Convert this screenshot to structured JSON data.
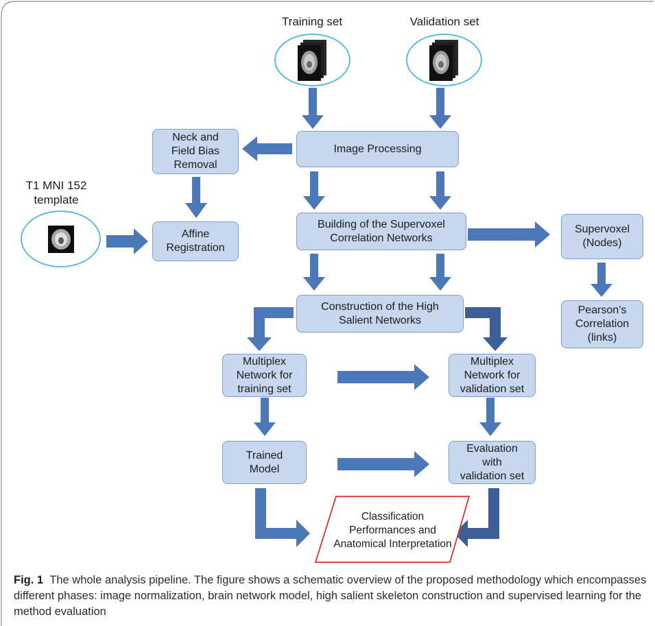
{
  "inputs": {
    "training_label": "Training set",
    "validation_label": "Validation set",
    "template_label": "T1 MNI 152\ntemplate"
  },
  "boxes": {
    "image_processing": "Image Processing",
    "neck_field_bias": "Neck and\nField Bias\nRemoval",
    "affine_registration": "Affine\nRegistration",
    "supervoxel_networks": "Building of the Supervoxel\nCorrelation Networks",
    "supervoxel_nodes": "Supervoxel\n(Nodes)",
    "pearson_links": "Pearson’s\nCorrelation\n(links)",
    "high_salient": "Construction of the High\nSalient Networks",
    "multiplex_training": "Multiplex\nNetwork for\ntraining set",
    "multiplex_validation": "Multiplex\nNetwork for\nvalidation set",
    "trained_model": "Trained\nModel",
    "evaluation": "Evaluation\nwith\nvalidation set",
    "classification": "Classification\nPerformances and\nAnatomical Interpretation"
  },
  "caption": {
    "label": "Fig. 1",
    "text": "The whole analysis pipeline. The figure shows a schematic overview of the proposed methodology which encompasses different phases: image normalization, brain network model, high salient skeleton construction and supervised learning for the method evaluation"
  },
  "colors": {
    "box_fill": "#c6d7ee",
    "box_border": "#7e9ecf",
    "arrow": "#4a78b8",
    "arrow_dark": "#3b5f96",
    "oval_border": "#58bde6",
    "output_border": "#e0302a"
  }
}
